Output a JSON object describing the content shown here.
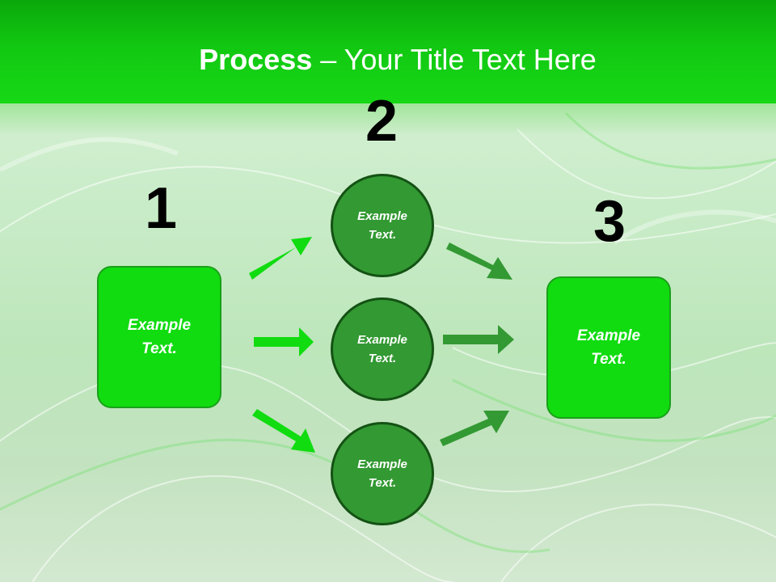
{
  "title": {
    "bold": "Process",
    "rest": " – Your Title Text Here"
  },
  "steps": [
    {
      "number": "1",
      "text": "Example Text."
    },
    {
      "number": "2",
      "items": [
        "Example Text.",
        "Example Text.",
        "Example Text."
      ]
    },
    {
      "number": "3",
      "text": "Example Text."
    }
  ],
  "colors": {
    "title_band": "#12c812",
    "box_fill": "#10dc10",
    "circle_fill": "#339933",
    "arrow_bright": "#10dc10",
    "arrow_dark": "#339933"
  }
}
